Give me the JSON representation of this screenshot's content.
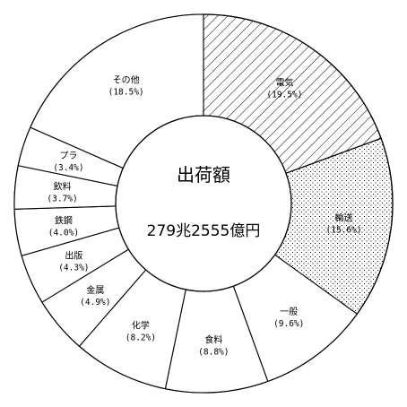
{
  "chart_data": {
    "type": "pie",
    "donut": true,
    "start": "top",
    "direction": "clockwise",
    "center_title": "出荷額",
    "center_value": "279兆2555億円",
    "segments": [
      {
        "label": "電気",
        "pct_label": "(19.5%)",
        "value": 19.5,
        "fill": "hatch"
      },
      {
        "label": "輸送",
        "pct_label": "(15.6%)",
        "value": 15.6,
        "fill": "dots"
      },
      {
        "label": "一般",
        "pct_label": "(9.6%)",
        "value": 9.6,
        "fill": "white"
      },
      {
        "label": "食料",
        "pct_label": "(8.8%)",
        "value": 8.8,
        "fill": "white"
      },
      {
        "label": "化学",
        "pct_label": "(8.2%)",
        "value": 8.2,
        "fill": "white"
      },
      {
        "label": "金属",
        "pct_label": "(4.9%)",
        "value": 4.9,
        "fill": "white"
      },
      {
        "label": "出版",
        "pct_label": "(4.3%)",
        "value": 4.3,
        "fill": "white"
      },
      {
        "label": "鉄鋼",
        "pct_label": "(4.0%)",
        "value": 4.0,
        "fill": "white"
      },
      {
        "label": "飲料",
        "pct_label": "(3.7%)",
        "value": 3.7,
        "fill": "white"
      },
      {
        "label": "プラ",
        "pct_label": "(3.4%)",
        "value": 3.4,
        "fill": "white"
      },
      {
        "label": "その他",
        "pct_label": "(18.5%)",
        "value": 18.5,
        "fill": "white"
      }
    ],
    "colors": {
      "stroke": "#000000",
      "background": "#ffffff"
    }
  }
}
